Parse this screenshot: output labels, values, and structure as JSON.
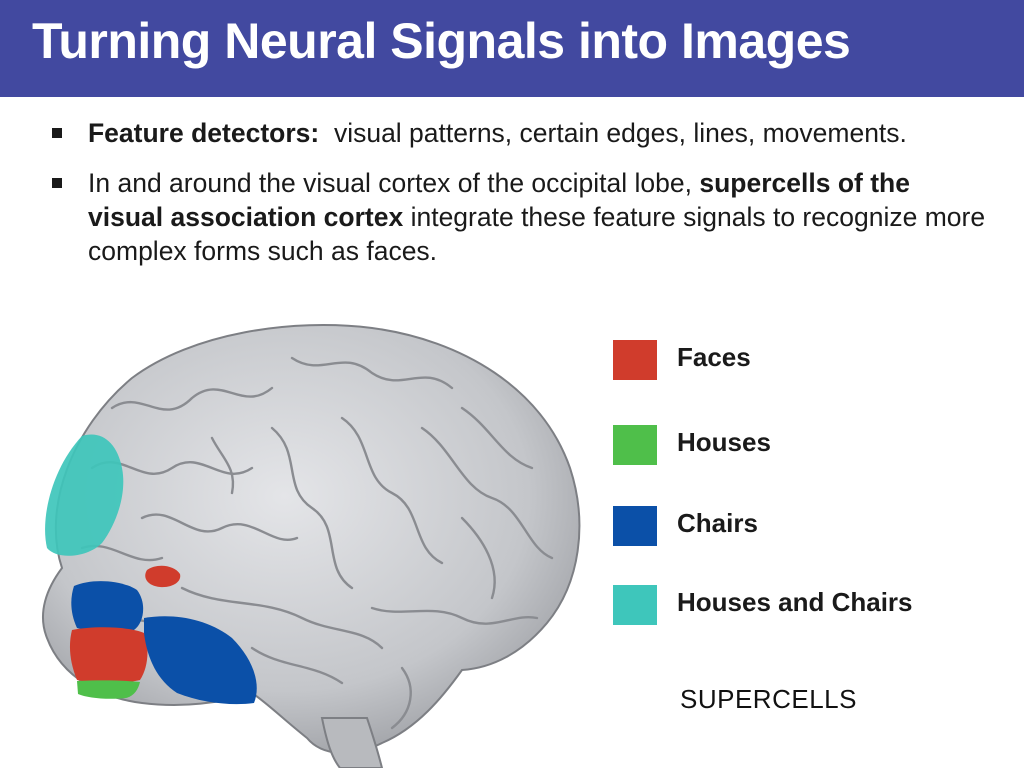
{
  "title": "Turning Neural Signals into Images",
  "bullets": [
    {
      "bold_lead": "Feature detectors:",
      "text": "visual patterns, certain edges, lines, movements."
    },
    {
      "text_before": "In and around the visual cortex of the occipital lobe,",
      "bold": "supercells of the visual association cortex",
      "text_after": "integrate these feature signals to recognize more complex forms such as faces."
    }
  ],
  "legend": [
    {
      "label": "Faces",
      "color": "#d03c2c"
    },
    {
      "label": "Houses",
      "color": "#4fbf4a"
    },
    {
      "label": "Chairs",
      "color": "#0b50a8"
    },
    {
      "label": "Houses and Chairs",
      "color": "#3ec6bb"
    }
  ],
  "caption": "SUPERCELLS",
  "colors": {
    "title_bar": "#4249a0",
    "brain": "#c9cbcf"
  }
}
